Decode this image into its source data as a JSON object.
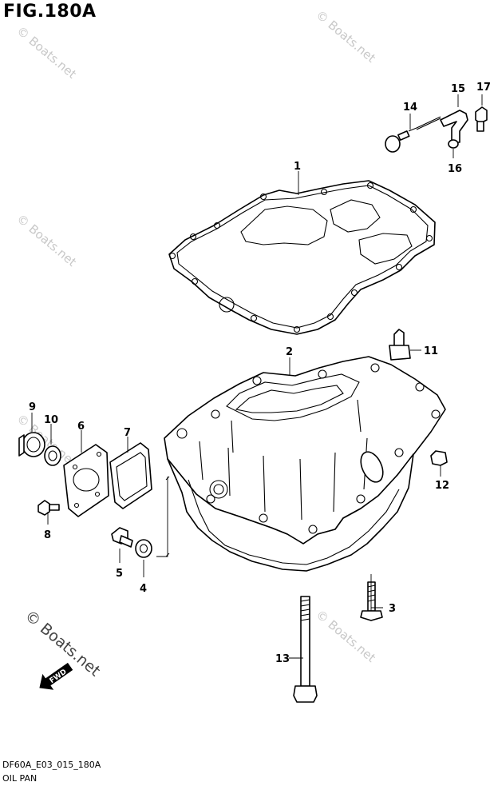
{
  "figure": {
    "title": "FIG.180A",
    "drawing_code": "DF60A_E03_015_180A",
    "section_name": "OIL PAN"
  },
  "watermark": {
    "text": "© Boats.net"
  },
  "callouts": [
    "1",
    "2",
    "3",
    "4",
    "5",
    "6",
    "7",
    "8",
    "9",
    "10",
    "11",
    "12",
    "13",
    "14",
    "15",
    "16",
    "17"
  ],
  "direction_arrow": {
    "label": "FWD",
    "icon": "fwd-arrow-icon"
  }
}
